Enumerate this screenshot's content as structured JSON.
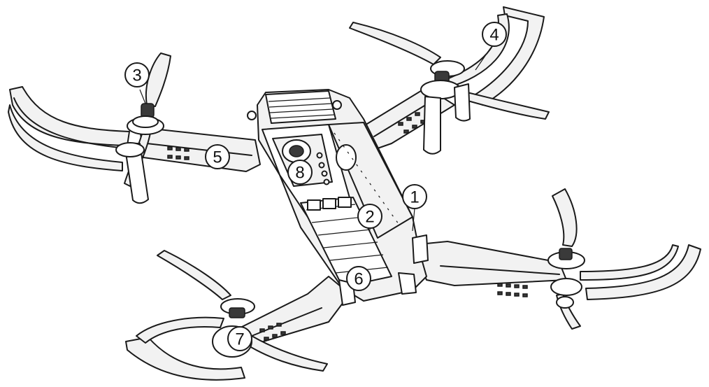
{
  "callouts": [
    {
      "label": "1"
    },
    {
      "label": "2"
    },
    {
      "label": "3"
    },
    {
      "label": "4"
    },
    {
      "label": "5"
    },
    {
      "label": "6"
    },
    {
      "label": "7"
    },
    {
      "label": "8"
    }
  ],
  "colors": {
    "stroke": "#1a1a1a",
    "fill_light": "#f2f2f2",
    "background": "#ffffff"
  }
}
